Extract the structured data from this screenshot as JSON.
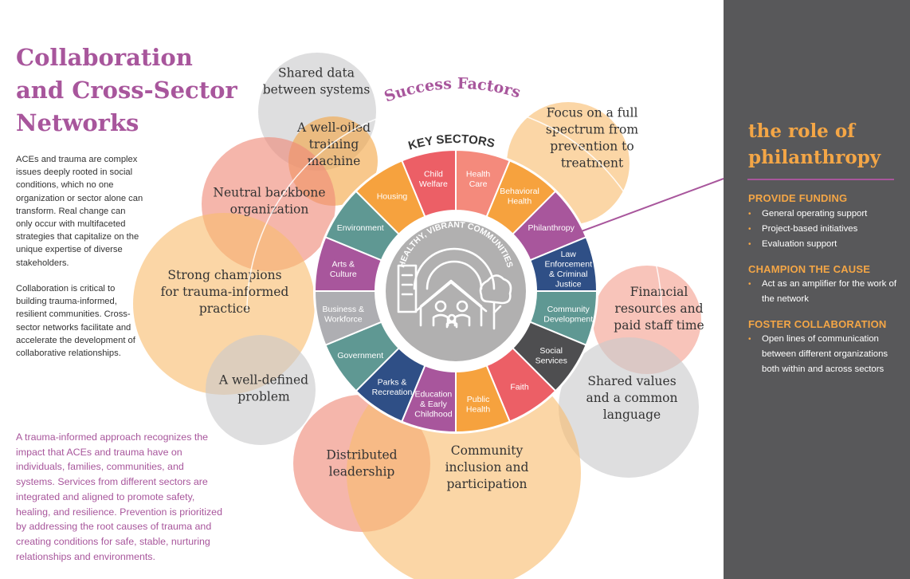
{
  "title": "Collaboration and Cross-Sector Networks",
  "intro": {
    "p1": "ACEs and trauma are complex issues deeply rooted in social conditions, which no one organization or sector alone can transform. Real change can only occur with multifaceted strategies that capitalize on the unique expertise of diverse stakeholders.",
    "p2": "Collaboration is critical to building trauma-informed, resilient communities. Cross-sector networks facilitate and accelerate the development of collaborative relationships.",
    "p3": "A trauma-informed approach recognizes the impact that ACEs and trauma have on individuals, families, communities, and systems. Services from different sectors are integrated and aligned to promote safety, healing, and resilience. Prevention is prioritized by addressing the root causes of trauma and creating conditions for safe, stable, nurturing relationships and environments."
  },
  "diagram": {
    "success_label": "Success Factors",
    "key_sectors_label": "KEY SECTORS",
    "center_label": "HEALTHY, VIBRANT COMMUNITIES",
    "success_factors": [
      {
        "lines": [
          "Shared data",
          "between systems"
        ],
        "color": "#c9c9cb"
      },
      {
        "lines": [
          "A well-oiled",
          "training",
          "machine"
        ],
        "color": "#f4a646"
      },
      {
        "lines": [
          "Focus on a full",
          "spectrum from",
          "prevention to",
          "treatment"
        ],
        "color": "#f8bd6f"
      },
      {
        "lines": [
          "Neutral backbone",
          "organization"
        ],
        "color": "#ef8977"
      },
      {
        "lines": [
          "Strong champions",
          "for trauma-informed",
          "practice"
        ],
        "color": "#f8bd6f"
      },
      {
        "lines": [
          "Financial",
          "resources and",
          "paid staff time"
        ],
        "color": "#f4a08f"
      },
      {
        "lines": [
          "A well-defined",
          "problem"
        ],
        "color": "#c9c9cb"
      },
      {
        "lines": [
          "Shared values",
          "and a common",
          "language"
        ],
        "color": "#c9c9cb"
      },
      {
        "lines": [
          "Distributed",
          "leadership"
        ],
        "color": "#ef8977"
      },
      {
        "lines": [
          "Community",
          "inclusion and",
          "participation"
        ],
        "color": "#f8bd6f"
      }
    ],
    "sectors": [
      {
        "label": [
          "Child",
          "Welfare"
        ],
        "color": "#ec5f66"
      },
      {
        "label": [
          "Health",
          "Care"
        ],
        "color": "#f48a7c"
      },
      {
        "label": [
          "Behavioral",
          "Health"
        ],
        "color": "#f6a23e"
      },
      {
        "label": [
          "Philanthropy"
        ],
        "color": "#a8569c"
      },
      {
        "label": [
          "Law",
          "Enforcement",
          "& Criminal",
          "Justice"
        ],
        "color": "#2f4f86"
      },
      {
        "label": [
          "Community",
          "Development"
        ],
        "color": "#5f9893"
      },
      {
        "label": [
          "Social",
          "Services"
        ],
        "color": "#4e4e50"
      },
      {
        "label": [
          "Faith"
        ],
        "color": "#ec5f66"
      },
      {
        "label": [
          "Public",
          "Health"
        ],
        "color": "#f6a23e"
      },
      {
        "label": [
          "Education",
          "& Early",
          "Childhood"
        ],
        "color": "#a8569c"
      },
      {
        "label": [
          "Parks &",
          "Recreation"
        ],
        "color": "#2f4f86"
      },
      {
        "label": [
          "Government"
        ],
        "color": "#5f9893"
      },
      {
        "label": [
          "Business &",
          "Workforce"
        ],
        "color": "#aeaeb2"
      },
      {
        "label": [
          "Arts &",
          "Culture"
        ],
        "color": "#a8569c"
      },
      {
        "label": [
          "Environment"
        ],
        "color": "#5f9893"
      },
      {
        "label": [
          "Housing"
        ],
        "color": "#f6a23e"
      }
    ]
  },
  "sidebar": {
    "title": "the role of philanthropy",
    "sections": [
      {
        "heading": "PROVIDE FUNDING",
        "items": [
          "General operating support",
          "Project-based initiatives",
          "Evaluation support"
        ]
      },
      {
        "heading": "CHAMPION THE CAUSE",
        "items": [
          "Act as an amplifier for the work of the network"
        ]
      },
      {
        "heading": "FOSTER COLLABORATION",
        "items": [
          "Open lines of communication between different organizations both within and across sectors"
        ]
      }
    ]
  },
  "colors": {
    "accent_purple": "#a8569c",
    "accent_orange": "#f4a646",
    "sidebar_bg": "#58585a",
    "center_gray": "#b1b0b0"
  }
}
